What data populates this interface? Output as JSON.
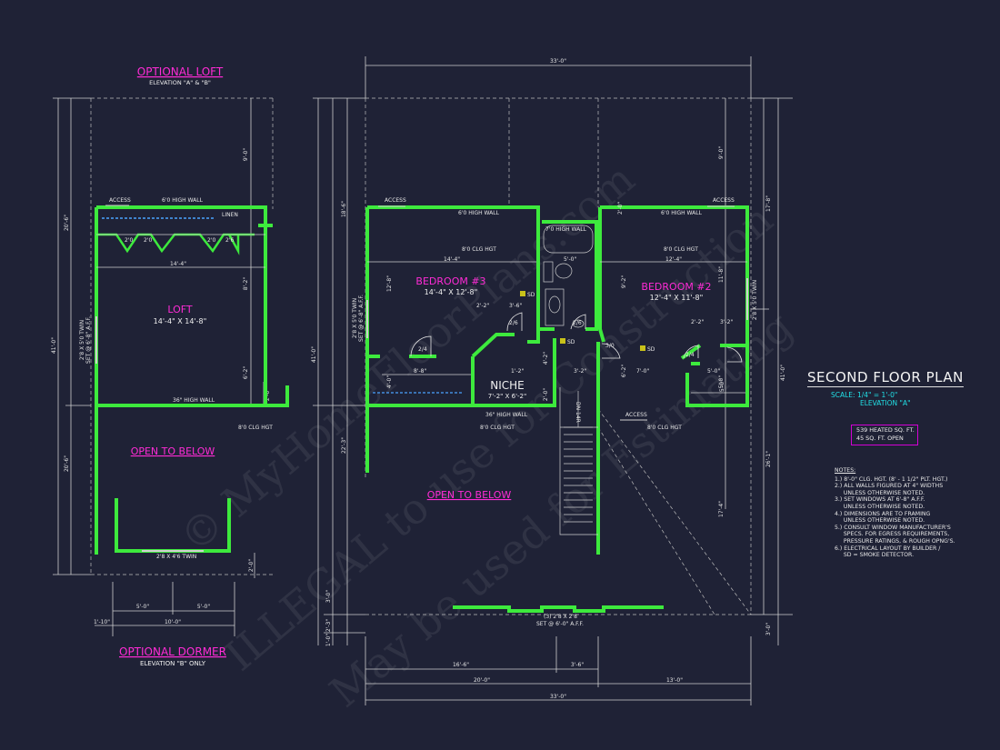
{
  "sheet": {
    "title": "SECOND FLOOR PLAN",
    "scale_label": "SCALE: 1/4\" = 1'-0\"",
    "elevation": "ELEVATION \"A\"",
    "area": [
      "539 HEATED SQ. FT.",
      "45 SQ. FT. OPEN"
    ]
  },
  "optional_loft": {
    "title": "OPTIONAL LOFT",
    "subtitle": "ELEVATION \"A\" & \"B\"",
    "room_name": "LOFT",
    "room_size": "14'-4\" X 14'-8\"",
    "open_below": "OPEN TO BELOW",
    "labels": {
      "access": "ACCESS",
      "high_wall": "6'0 HIGH WALL",
      "linen": "LINEN",
      "window_left": "2'8 X 5'0 TWIN",
      "window_left2": "SET @ 6'-8\" A.F.F.",
      "rail": "36\" HIGH WALL",
      "clg": "8'0 CLG HGT",
      "window_bottom": "2'8 X 4'6 TWIN",
      "closet1": "2'0",
      "closet2": "2'0",
      "closet3": "2'0",
      "closet4": "2'6"
    },
    "dims": {
      "top_right_1": "9'-0\"",
      "top_right_2": "8'-2\"",
      "top_right_3": "6'-2\"",
      "top_right_4": "2'-0\"",
      "width": "14'-4\"",
      "left_top": "20'-6\"",
      "left_total": "41'-0\"",
      "left_bottom": "20'-6\"",
      "right_small": "2'-0\"",
      "bottom_5a": "5'-0\"",
      "bottom_5b": "5'-0\"",
      "bottom_10": "10'-0\"",
      "bottom_110": "1'-10\""
    }
  },
  "optional_dormer": {
    "title": "OPTIONAL DORMER",
    "subtitle": "ELEVATION \"B\" ONLY"
  },
  "main_plan": {
    "dims": {
      "top_overall": "33'-0\"",
      "bottom_overall": "33'-0\"",
      "bottom_20": "20'-0\"",
      "bottom_13": "13'-0\"",
      "bottom_166": "16'-6\"",
      "bottom_36": "3'-6\"",
      "left_total": "41'-0\"",
      "left_186": "18'-6\"",
      "left_223": "22'-3\"",
      "left_30": "3'-0\"",
      "left_23": "2'-3\"",
      "left_10": "1'-0\"",
      "right_total": "41'-0\"",
      "right_178": "17'-8\"",
      "right_261": "26'-1\"",
      "right_30": "3'-0\"",
      "r_90": "9'-0\"",
      "r_118": "11'-8\"",
      "r_174": "17'-4\"",
      "r_50": "5'-0\"",
      "br3_h": "12'-8\"",
      "br3_w": "14'-4\"",
      "br3_a": "2'-2\"",
      "br3_b": "3'-6\"",
      "br3_c": "4'-2\"",
      "ln_88": "8'-8\"",
      "ln_40": "4'-0\"",
      "n_12": "1'-2\"",
      "n_32": "3'-2\"",
      "n_20": "2'-0\"",
      "n_62": "6'-2\"",
      "br2_w": "12'-4\"",
      "br2_a": "2'-2\"",
      "br2_b": "3'-2\"",
      "br2_h": "9'-2\"",
      "br2_c": "7'-0\"",
      "br2_d": "5'-0\"",
      "br2_e": "5'-0\"",
      "bath_w": "5'-0\"",
      "bath_1": "2'-0\""
    },
    "bedroom3": {
      "name": "BEDROOM #3",
      "size": "14'-4\" X 12'-8\""
    },
    "bedroom2": {
      "name": "BEDROOM #2",
      "size": "12'-4\" X 11'-8\""
    },
    "niche": {
      "name": "NICHE",
      "size": "7'-2\" X 6'-2\""
    },
    "open_below": "OPEN TO BELOW",
    "labels": {
      "access_l": "ACCESS",
      "access_r": "ACCESS",
      "access_stair": "ACCESS",
      "high_wall_l": "6'0 HIGH WALL",
      "high_wall_r": "6'0 HIGH WALL",
      "high_wall_bath": "7'0 HIGH WALL",
      "clg_l": "8'0 CLG HGT",
      "clg_r": "8'0 CLG HGT",
      "clg_open": "8'0 CLG HGT",
      "clg_stair": "8'0 CLG HGT",
      "rail": "36\" HIGH WALL",
      "window_l": "2'8 X 5'0 TWIN",
      "window_l2": "SET @ 6'-8\" A.F.F.",
      "window_r": "2'8 X 5'0 TWIN",
      "window_b": "(3) 2'8 X 2'8",
      "window_b2": "SET @ 6'-0\" A.F.F.",
      "sd": "SD",
      "d24": "2/4",
      "d26": "2/6",
      "d30": "3/0",
      "d26b": "2/6",
      "dn": "DN 14R"
    }
  },
  "notes": {
    "heading": "NOTES:",
    "lines": [
      "1.) 8'-0\" CLG. HGT. (8' - 1 1/2\" PLT. HGT.)",
      "2.) ALL WALLS FIGURED AT 4\" WIDTHS",
      "     UNLESS OTHERWISE NOTED.",
      "3.) SET WINDOWS AT 6'-8\" A.F.F.",
      "     UNLESS OTHERWISE NOTED.",
      "4.) DIMENSIONS ARE TO FRAMING",
      "     UNLESS OTHERWISE NOTED.",
      "5.) CONSULT WINDOW MANUFACTURER'S",
      "     SPECS. FOR EGRESS REQUIREMENTS,",
      "     PRESSURE RATINGS, & ROUGH OPNG'S.",
      "6.) ELECTRICAL LAYOUT BY BUILDER /",
      "     SD = SMOKE DETECTOR."
    ]
  },
  "watermark": {
    "line1": "© MyHomeFloorPlans.com",
    "line2": "ILLEGAL to use for Construction",
    "line3": "May be used for Estimating"
  },
  "colors": {
    "background": "#1f2236",
    "walls": "#3dea3d",
    "accent_magenta": "#ff2bd6",
    "accent_cyan": "#21e0e6"
  }
}
